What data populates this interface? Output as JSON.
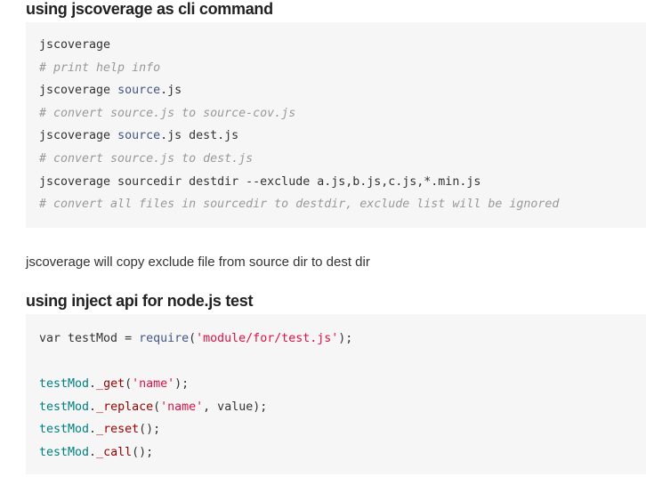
{
  "section1": {
    "heading": "using jscoverage as cli command",
    "code": [
      [
        {
          "t": "jscoverage",
          "c": "plain"
        }
      ],
      [
        {
          "t": "# print help info",
          "c": "cm"
        }
      ],
      [
        {
          "t": "jscoverage ",
          "c": "plain"
        },
        {
          "t": "source",
          "c": "kw"
        },
        {
          "t": ".js",
          "c": "plain"
        }
      ],
      [
        {
          "t": "# convert source.js to source-cov.js",
          "c": "cm"
        }
      ],
      [
        {
          "t": "jscoverage ",
          "c": "plain"
        },
        {
          "t": "source",
          "c": "kw"
        },
        {
          "t": ".js dest.js",
          "c": "plain"
        }
      ],
      [
        {
          "t": "# convert source.js to dest.js",
          "c": "cm"
        }
      ],
      [
        {
          "t": "jscoverage sourcedir destdir --exclude a.js,b.js,c.js,*.min.js",
          "c": "plain"
        }
      ],
      [
        {
          "t": "# convert all files in sourcedir to destdir, exclude list will be ignored",
          "c": "cm"
        }
      ]
    ]
  },
  "paragraph": "jscoverage will copy exclude file from source dir to dest dir",
  "section2": {
    "heading": "using inject api for node.js test",
    "code": [
      [
        {
          "t": "var testMod = ",
          "c": "plain"
        },
        {
          "t": "require",
          "c": "fn"
        },
        {
          "t": "(",
          "c": "plain"
        },
        {
          "t": "'module/for/test.js'",
          "c": "str"
        },
        {
          "t": ");",
          "c": "plain"
        }
      ],
      [],
      [
        {
          "t": "testMod",
          "c": "obj"
        },
        {
          "t": ".",
          "c": "plain"
        },
        {
          "t": "_get",
          "c": "meth"
        },
        {
          "t": "(",
          "c": "plain"
        },
        {
          "t": "'name'",
          "c": "str"
        },
        {
          "t": ");",
          "c": "plain"
        }
      ],
      [
        {
          "t": "testMod",
          "c": "obj"
        },
        {
          "t": ".",
          "c": "plain"
        },
        {
          "t": "_replace",
          "c": "meth"
        },
        {
          "t": "(",
          "c": "plain"
        },
        {
          "t": "'name'",
          "c": "str"
        },
        {
          "t": ", value);",
          "c": "plain"
        }
      ],
      [
        {
          "t": "testMod",
          "c": "obj"
        },
        {
          "t": ".",
          "c": "plain"
        },
        {
          "t": "_reset",
          "c": "meth"
        },
        {
          "t": "();",
          "c": "plain"
        }
      ],
      [
        {
          "t": "testMod",
          "c": "obj"
        },
        {
          "t": ".",
          "c": "plain"
        },
        {
          "t": "_call",
          "c": "meth"
        },
        {
          "t": "();",
          "c": "plain"
        }
      ]
    ]
  }
}
